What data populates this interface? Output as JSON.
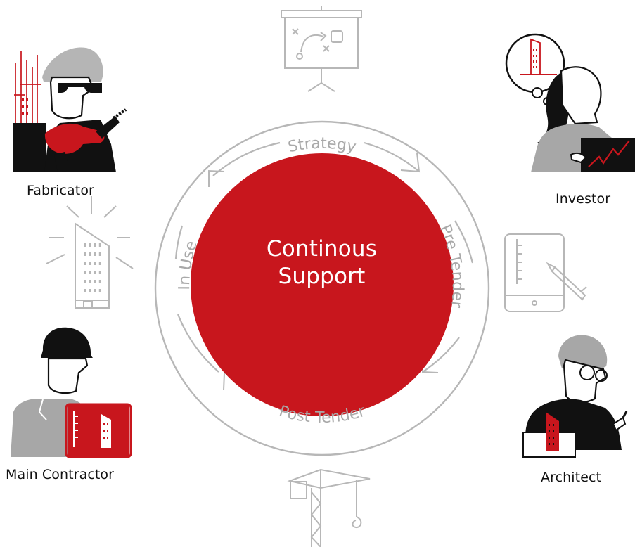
{
  "center": {
    "line1": "Continous",
    "line2": "Support"
  },
  "stages": {
    "strategy": "Strategy",
    "pre_tender": "Pre Tender",
    "post_tender": "Post Tender",
    "in_use": "In Use"
  },
  "roles": {
    "fabricator": "Fabricator",
    "investor": "Investor",
    "main_contractor": "Main Contractor",
    "architect": "Architect"
  },
  "colors": {
    "accent_red": "#c8161d",
    "outline_gray": "#b7b7b7",
    "mid_gray": "#9e9e9e",
    "black": "#111111",
    "white": "#ffffff"
  },
  "icons": {
    "top": "strategy-board-icon",
    "right": "tablet-pen-icon",
    "bottom": "crane-icon",
    "left": "tall-building-icon"
  }
}
